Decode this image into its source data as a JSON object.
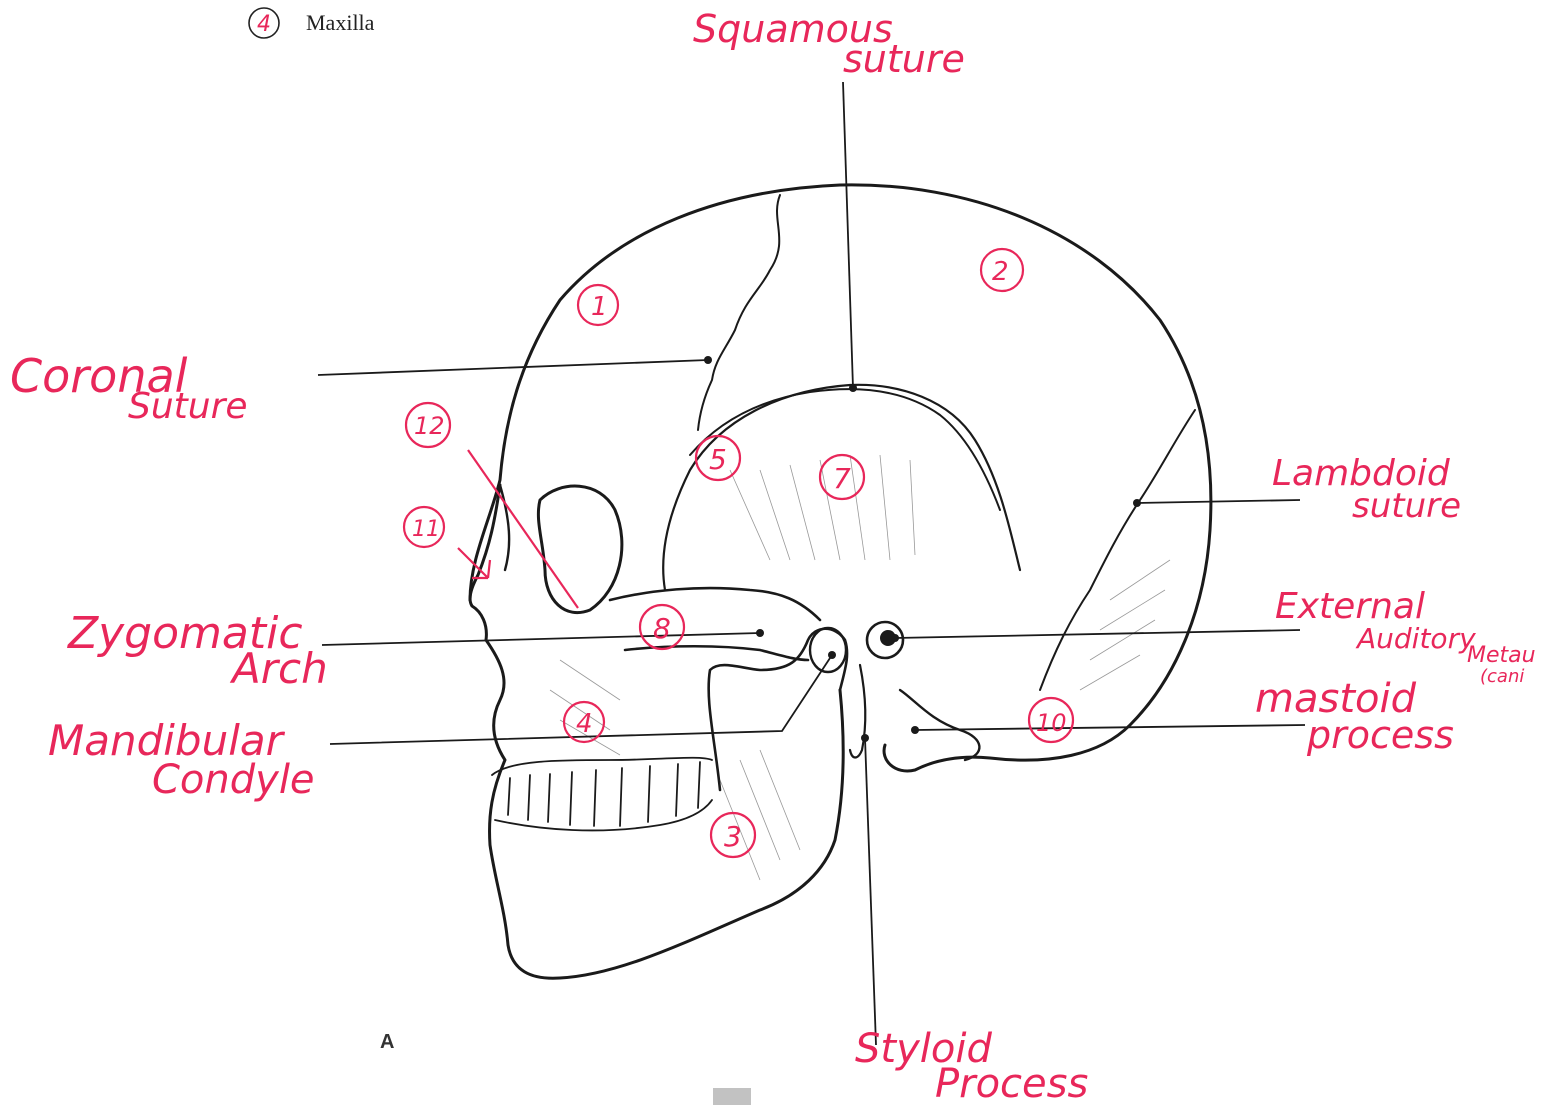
{
  "legend": {
    "number": "4",
    "label": "Maxilla"
  },
  "panel_label": "A",
  "labels": {
    "squamous": [
      "Squamous",
      "suture"
    ],
    "coronal": [
      "Coronal",
      "Suture"
    ],
    "lambdoid": [
      "Lambdoid",
      "suture"
    ],
    "zygomatic": [
      "Zygomatic",
      "Arch"
    ],
    "external_auditory": [
      "External",
      "Auditory",
      "Metau",
      "(cani"
    ],
    "mastoid": [
      "mastoid",
      "process"
    ],
    "mandibular": [
      "Mandibular",
      "Condyle"
    ],
    "styloid": [
      "Styloid",
      "Process"
    ]
  },
  "circled_numbers": {
    "frontal": "1",
    "parietal": "2",
    "mandible": "3",
    "maxilla": "4",
    "sphenoid": "5",
    "temporal": "7",
    "zygomatic": "8",
    "occipital": "10",
    "nasal": "11",
    "lacrimal": "12"
  },
  "colors": {
    "annotation": "#e8275a",
    "ink": "#1a1a1a"
  }
}
